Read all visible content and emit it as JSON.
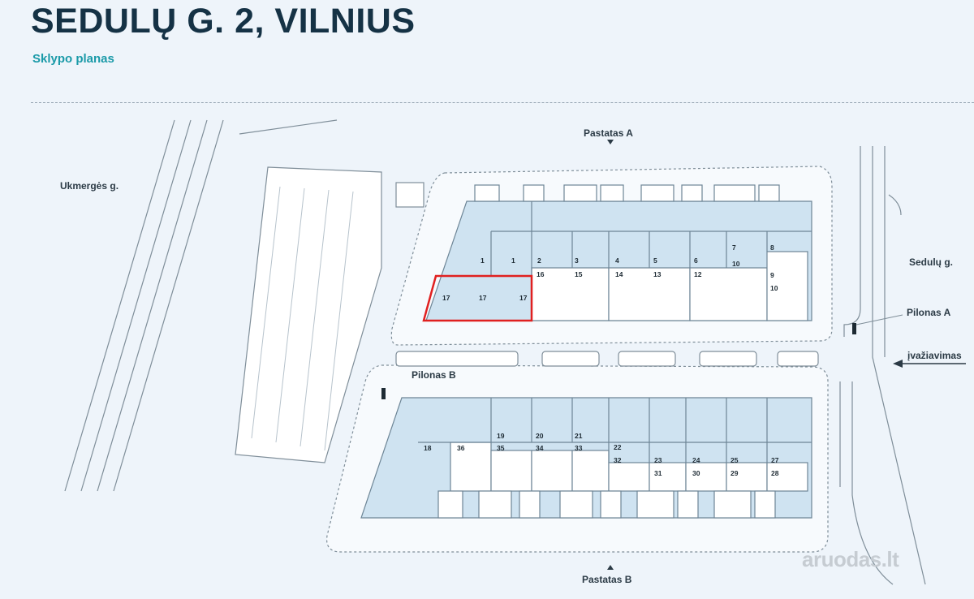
{
  "header": {
    "title": "SEDULŲ G. 2, VILNIUS",
    "subtitle": "Sklypo planas"
  },
  "labels": {
    "pastatas_a": "Pastatas A",
    "pastatas_b": "Pastatas B",
    "ukmerges": "Ukmergės g.",
    "sedulu": "Sedulų g.",
    "pilonas_a": "Pilonas A",
    "pilonas_b": "Pilonas B",
    "ivaziavimas": "įvažiavimas"
  },
  "units_a_top": [
    "1",
    "1",
    "2",
    "3",
    "4",
    "5",
    "6",
    "7",
    "8"
  ],
  "units_a_bottom": [
    "17",
    "17",
    "17",
    "16",
    "15",
    "14",
    "13",
    "12",
    "10",
    "9",
    "10"
  ],
  "units_b_top": [
    "18",
    "36",
    "19",
    "35",
    "20",
    "34",
    "21",
    "33",
    "22",
    "32"
  ],
  "units_b_bottom": [
    "23",
    "31",
    "24",
    "30",
    "25",
    "29",
    "27",
    "28"
  ],
  "highlight": {
    "unit": "17",
    "color": "#e02020"
  },
  "colors": {
    "unit_fill": "#cfe3f1",
    "unit_stroke": "#6d8596",
    "road": "#ffffff",
    "highlight": "#e02020"
  },
  "watermark": "aruodas.lt"
}
